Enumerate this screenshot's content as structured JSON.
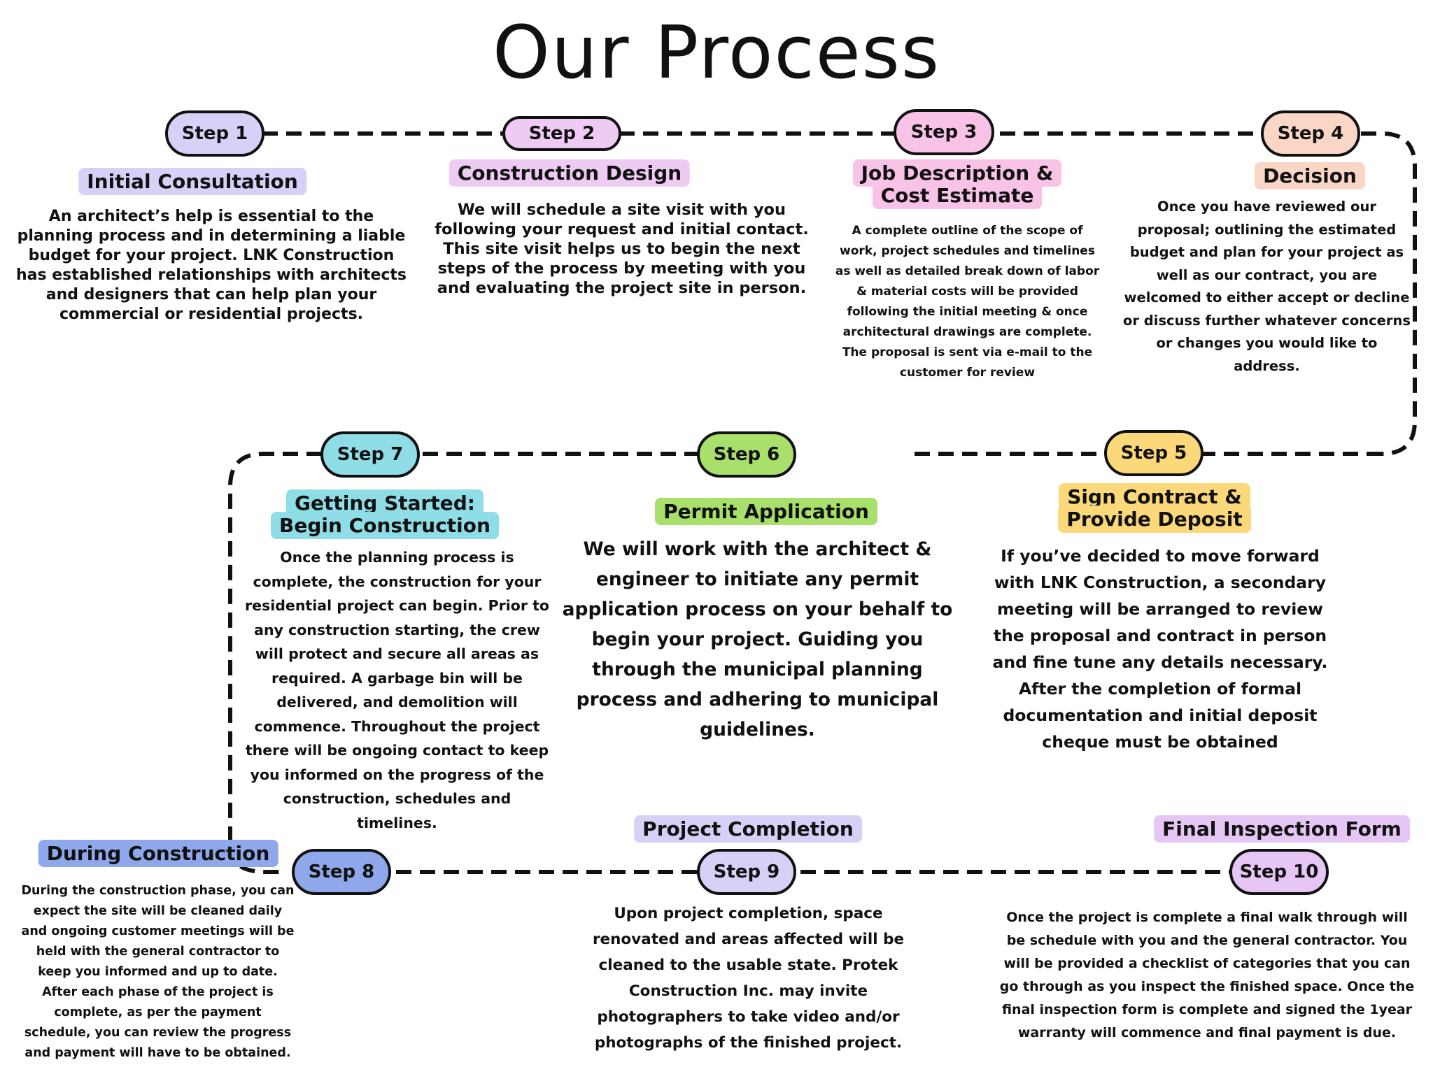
{
  "title": "Our Process",
  "colors": {
    "step1": "#d9d0f7",
    "step2": "#eecbf3",
    "step3": "#f8c3e7",
    "step4": "#f9d6c6",
    "step5": "#fbd87a",
    "step6": "#a9e06b",
    "step7": "#8fdde6",
    "step8": "#8fa8ec",
    "step9": "#d9d0f7",
    "step10": "#e6c6f5"
  },
  "steps": [
    {
      "label": "Step 1",
      "heading": "Initial Consultation",
      "description": "An architect’s help is essential to the planning process and in determining a liable budget for your project. LNK Construction has established relationships with architects and designers that can help plan your commercial or residential projects."
    },
    {
      "label": "Step 2",
      "heading": "Construction Design",
      "description": "We will schedule a site visit with you following your request and initial contact. This site visit helps us to begin the next steps of the process by meeting with you and evaluating the project site in person."
    },
    {
      "label": "Step 3",
      "heading": "Job Description & Cost Estimate",
      "description": "A complete outline of the scope of work, project schedules and timelines as well as detailed break down of labor & material costs will be provided following the initial meeting & once architectural drawings are complete. The proposal is sent via e-mail to the customer for review"
    },
    {
      "label": "Step 4",
      "heading": "Decision",
      "description": "Once you have reviewed our proposal; outlining the estimated budget and plan for your project as well as our contract, you are welcomed to either accept or decline or discuss further whatever concerns or changes you would like to address."
    },
    {
      "label": "Step 5",
      "heading": "Sign Contract & Provide Deposit",
      "description": "If you’ve decided to move forward with LNK Construction, a secondary meeting will be arranged to review the proposal and contract in person and fine tune any details necessary. After the completion of formal documentation and initial deposit cheque must be obtained"
    },
    {
      "label": "Step 6",
      "heading": "Permit Application",
      "description": "We will work with the architect & engineer to initiate any permit application process on your behalf to begin your project. Guiding you through the municipal planning process and adhering to municipal guidelines."
    },
    {
      "label": "Step 7",
      "heading": "Getting Started: Begin Construction",
      "description": "Once the planning process is complete, the construction for your residential project can begin. Prior to any construction starting, the crew will protect and secure all areas as required. A garbage bin will be delivered, and demolition will commence. Throughout the project there will be ongoing contact to keep you informed on the progress of the construction, schedules and timelines."
    },
    {
      "label": "Step 8",
      "heading": "During Construction",
      "description": "During the construction phase, you can expect the site will be cleaned daily and ongoing customer meetings will be held with the general contractor to keep you informed and up to date. After each phase of the project is complete, as per the payment schedule, you can review the progress and payment will have to be obtained."
    },
    {
      "label": "Step 9",
      "heading": "Project Completion",
      "description": "Upon project completion, space renovated and areas affected will be cleaned to the usable state. Protek Construction Inc. may invite photographers to take video and/or photographs of the finished project."
    },
    {
      "label": "Step 10",
      "heading": "Final Inspection Form",
      "description": "Once the project is complete a final walk through will be schedule with you and the general contractor. You will be provided a checklist of categories that you can go through as you inspect the finished space. Once the final inspection form is complete and signed the 1year warranty will commence and final payment is due."
    }
  ]
}
